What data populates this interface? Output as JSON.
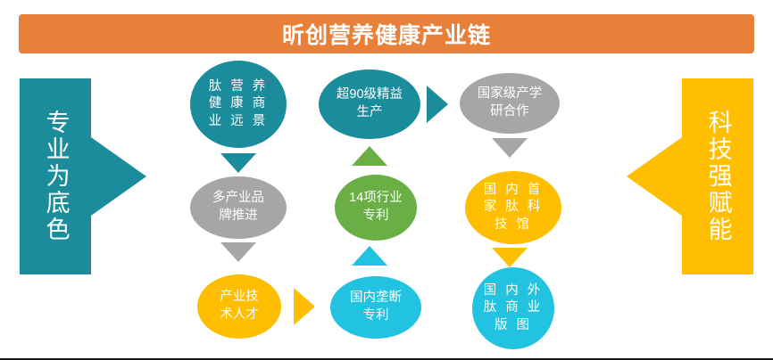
{
  "header": {
    "title": "昕创营养健康产业链",
    "background_color": "#E8803A",
    "text_color": "#FFFFFF"
  },
  "palette": {
    "orange": "#E8803A",
    "teal": "#1B8C9C",
    "amber": "#FFBE00",
    "gray": "#A6A6A6",
    "green": "#6AAF46",
    "cyan": "#22C3E0",
    "white": "#FFFFFF"
  },
  "left_panel": {
    "label": "专业为底色",
    "color": "#1B8C9C",
    "arrow_direction": "right"
  },
  "right_panel": {
    "label": "科技强赋能",
    "color": "#FFBE00",
    "arrow_direction": "left"
  },
  "nodes": {
    "c1_top": {
      "label": "肽 营 养\n健 康 商\n业 远 景",
      "color": "#1B8C9C"
    },
    "c1_mid": {
      "label": "多产业品\n牌推进",
      "color": "#A6A6A6"
    },
    "c1_bot": {
      "label": "产业技\n术人才",
      "color": "#FFBE00"
    },
    "c2_top": {
      "label": "超90级精益\n生产",
      "color": "#1B8C9C"
    },
    "c2_mid": {
      "label": "14项行业\n专利",
      "color": "#6AAF46"
    },
    "c2_bot": {
      "label": "国内垄断\n专利",
      "color": "#22C3E0"
    },
    "c3_top": {
      "label": "国家级产学\n研合作",
      "color": "#A6A6A6"
    },
    "c3_mid": {
      "label": "国 内 首\n家 肽 科\n技 馆",
      "color": "#FFBE00"
    },
    "c3_bot": {
      "label": "国 内 外\n肽 商 业\n版 图",
      "color": "#22C3E0"
    }
  },
  "connectors": {
    "c1_top_to_mid": {
      "direction": "down",
      "color": "#1B8C9C"
    },
    "c1_mid_to_bot": {
      "direction": "down",
      "color": "#A6A6A6"
    },
    "c1_bot_to_c2_bot": {
      "direction": "right",
      "color": "#FFBE00"
    },
    "c2_mid_to_top": {
      "direction": "up",
      "color": "#6AAF46"
    },
    "c2_bot_to_mid": {
      "direction": "up",
      "color": "#22C3E0"
    },
    "c2_top_to_c3_top": {
      "direction": "right",
      "color": "#1B8C9C"
    },
    "c3_top_to_mid": {
      "direction": "down",
      "color": "#A6A6A6"
    },
    "c3_mid_to_bot": {
      "direction": "down",
      "color": "#FFBE00"
    }
  }
}
